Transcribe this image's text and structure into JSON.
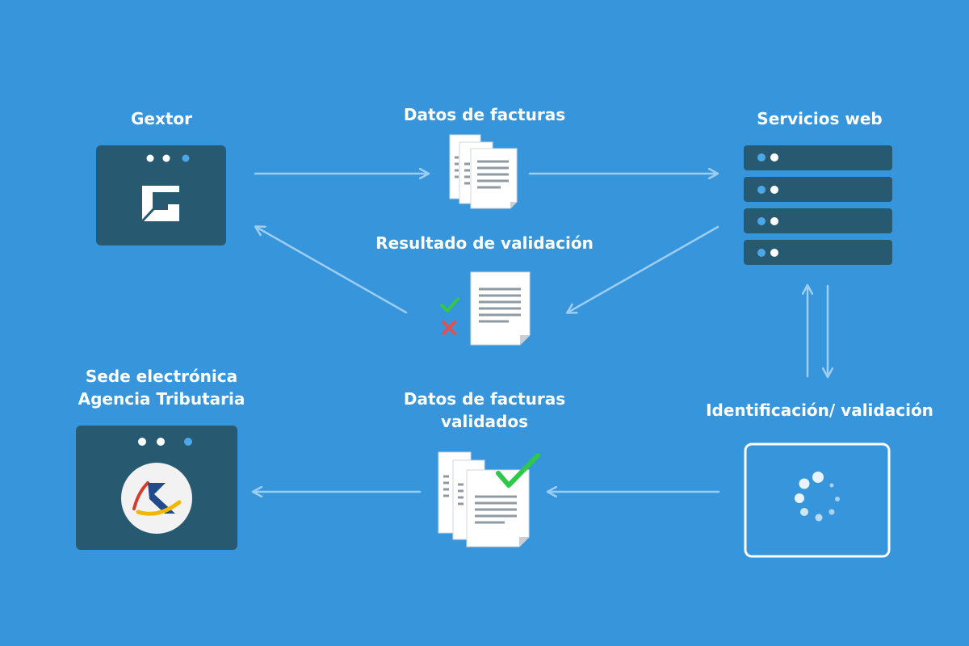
{
  "colors": {
    "background": "#3796db",
    "panel": "#275a70",
    "arrow": "#9dcdf0",
    "white": "#ffffff",
    "dot_blue": "#4aa8e8",
    "check_green": "#2fc84a",
    "cross_red": "#e05252"
  },
  "nodes": {
    "gextor": {
      "title": "Gextor",
      "icon": "gextor-logo-icon"
    },
    "servicios_web": {
      "title": "Servicios web",
      "icon": "server-stack-icon"
    },
    "identificacion": {
      "title": "Identificación/ validación",
      "icon": "loading-spinner-icon"
    },
    "sede": {
      "title_line1": "Sede electrónica",
      "title_line2": "Agencia Tributaria",
      "icon": "agencia-tributaria-logo-icon"
    }
  },
  "flows": {
    "datos_facturas": {
      "label": "Datos de facturas",
      "icon": "documents-icon"
    },
    "resultado": {
      "label": "Resultado de validación",
      "icon": "validated-document-icon"
    },
    "validados": {
      "label_line1": "Datos de facturas",
      "label_line2": "validados",
      "icon": "approved-documents-icon"
    }
  }
}
